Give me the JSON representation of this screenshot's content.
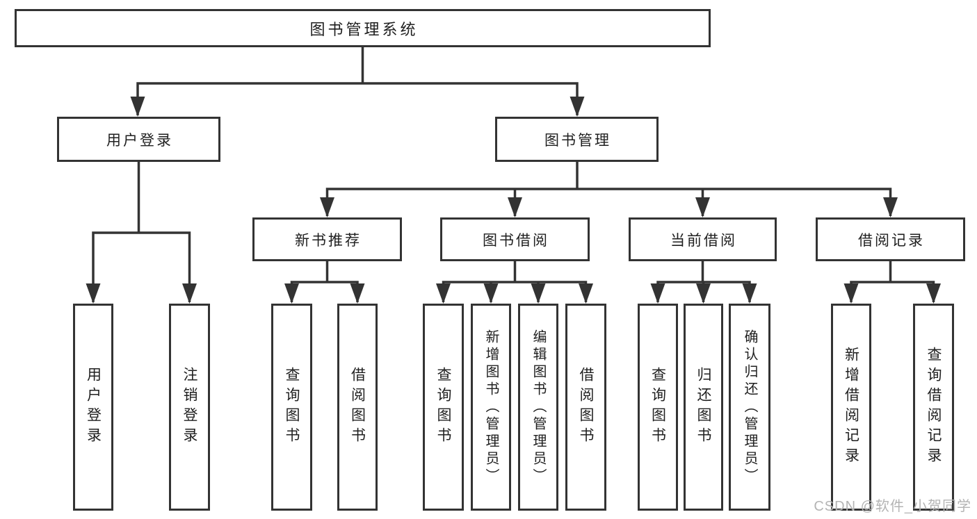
{
  "diagram": {
    "title": "图书管理系统",
    "colors": {
      "background": "#ffffff",
      "line": "#333333",
      "box_border": "#333333",
      "text": "#1f1f1f",
      "watermark": "#b4b4b4"
    },
    "nodes": {
      "root": "图书管理系统",
      "user_login": "用户登录",
      "book_mgmt": "图书管理",
      "new_book": "新书推荐",
      "book_borrow": "图书借阅",
      "current_borrow": "当前借阅",
      "borrow_records": "借阅记录",
      "leaf_login": "用户登录",
      "leaf_logout": "注销登录",
      "leaf_nb_query": "查询图书",
      "leaf_nb_borrow": "借阅图书",
      "leaf_bw_query": "查询图书",
      "leaf_bw_add": "新增图书（管理员）",
      "leaf_bw_edit": "编辑图书（管理员）",
      "leaf_bw_borrow": "借阅图书",
      "leaf_cur_query": "查询图书",
      "leaf_cur_return": "归还图书",
      "leaf_cur_confirm": "确认归还（管理员）",
      "leaf_rec_add": "新增借阅记录",
      "leaf_rec_query": "查询借阅记录"
    },
    "structure": [
      {
        "parent": "图书管理系统",
        "children": [
          "用户登录",
          "图书管理"
        ]
      },
      {
        "parent": "用户登录",
        "children": [
          "用户登录",
          "注销登录"
        ]
      },
      {
        "parent": "图书管理",
        "children": [
          "新书推荐",
          "图书借阅",
          "当前借阅",
          "借阅记录"
        ]
      },
      {
        "parent": "新书推荐",
        "children": [
          "查询图书",
          "借阅图书"
        ]
      },
      {
        "parent": "图书借阅",
        "children": [
          "查询图书",
          "新增图书（管理员）",
          "编辑图书（管理员）",
          "借阅图书"
        ]
      },
      {
        "parent": "当前借阅",
        "children": [
          "查询图书",
          "归还图书",
          "确认归还（管理员）"
        ]
      },
      {
        "parent": "借阅记录",
        "children": [
          "新增借阅记录",
          "查询借阅记录"
        ]
      }
    ],
    "watermark": "CSDN @软件_小贺同学"
  }
}
